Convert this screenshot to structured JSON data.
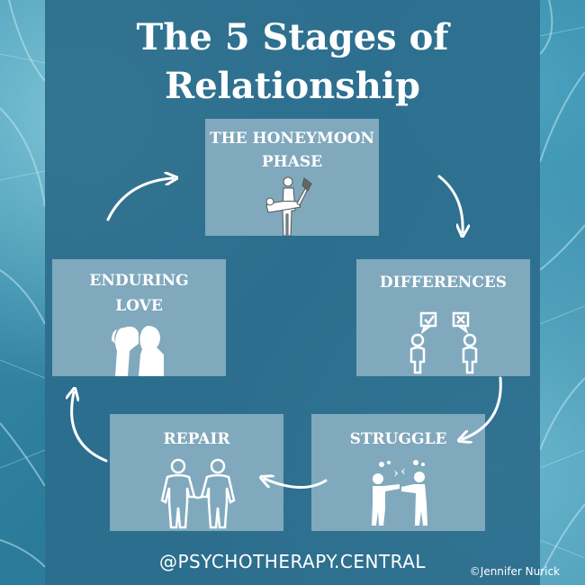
{
  "title": {
    "line1": "The 5 Stages of",
    "line2": "Relationship"
  },
  "stages": [
    {
      "label_line1": "THE HONEYMOON",
      "label_line2": "PHASE"
    },
    {
      "label_line1": "DIFFERENCES",
      "label_line2": ""
    },
    {
      "label_line1": "STRUGGLE",
      "label_line2": ""
    },
    {
      "label_line1": "REPAIR",
      "label_line2": ""
    },
    {
      "label_line1": "ENDURING",
      "label_line2": "LOVE"
    }
  ],
  "footer": {
    "handle": "@PSYCHOTHERAPY.CENTRAL",
    "credit": "©Jennifer Nurick"
  },
  "icons": {
    "honeymoon": "groom-carrying-bride-icon",
    "differences": "two-people-check-x-bubbles-icon",
    "struggle": "two-people-arguing-icon",
    "repair": "two-people-holding-hands-icon",
    "enduring": "couple-kissing-icon"
  },
  "colors": {
    "panel": "#2c6c8c",
    "box": "#80a9bd",
    "text": "#ffffff"
  }
}
